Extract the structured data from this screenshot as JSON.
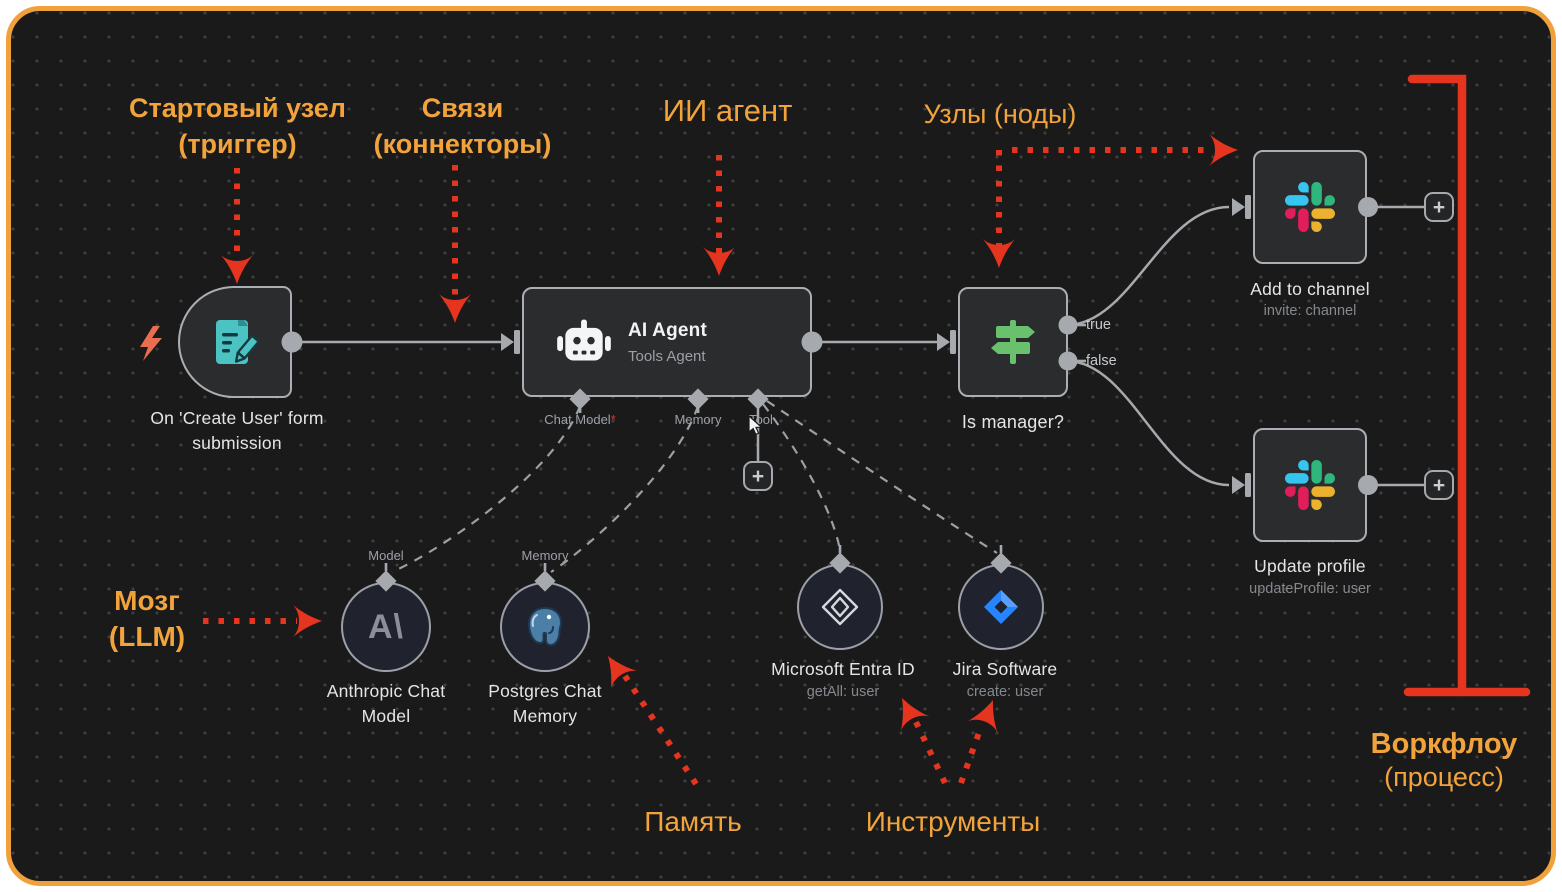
{
  "ui": {
    "plus": "+"
  },
  "annotations": {
    "start_node_line1": "Стартовый узел",
    "start_node_line2": "(триггер)",
    "connectors_line1": "Связи",
    "connectors_line2": "(коннекторы)",
    "ai_agent": "ИИ агент",
    "nodes": "Узлы (ноды)",
    "brain_line1": "Мозг",
    "brain_line2": "(LLM)",
    "memory": "Память",
    "tools": "Инструменты",
    "workflow_line1": "Воркфлоу",
    "workflow_line2": "(процесс)"
  },
  "colors": {
    "annotation_orange": "#F2A33C",
    "arrow_red": "#E5351F",
    "frame_orange": "#F1A13B",
    "canvas_bg": "#1A1A1A",
    "node_bg": "#2B2C2E",
    "node_border": "#ABAEB3",
    "connector_gray": "#A6A9AD",
    "trigger_icon_teal": "#4BC3C3",
    "if_icon_green": "#69C16E",
    "slack_blue": "#36C5F0",
    "slack_green": "#2EB67D",
    "slack_yellow": "#ECB22E",
    "slack_red": "#E01E5A",
    "jira_blue": "#2684FF",
    "postgres_blue": "#4C7FA8"
  },
  "canvas": {
    "trigger": {
      "label_line1": "On 'Create User' form",
      "label_line2": "submission"
    },
    "agent": {
      "title": "AI Agent",
      "subtitle": "Tools Agent",
      "port_chat_model": "Chat Model",
      "port_chat_model_required": "*",
      "port_memory": "Memory",
      "port_tool": "Tool"
    },
    "if_node": {
      "label": "Is manager?",
      "output_true": "true",
      "output_false": "false"
    },
    "slack_add": {
      "label": "Add to channel",
      "subtitle": "invite: channel"
    },
    "slack_update": {
      "label": "Update profile",
      "subtitle": "updateProfile: user"
    },
    "anthropic": {
      "port": "Model",
      "icon_text": "A\\",
      "label_line1": "Anthropic Chat",
      "label_line2": "Model"
    },
    "postgres": {
      "port": "Memory",
      "label_line1": "Postgres Chat",
      "label_line2": "Memory"
    },
    "entra": {
      "label": "Microsoft Entra ID",
      "subtitle": "getAll: user"
    },
    "jira": {
      "label": "Jira Software",
      "subtitle": "create: user"
    }
  }
}
